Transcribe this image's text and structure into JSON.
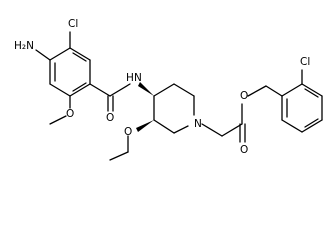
{
  "molecule": {
    "atom_labels": {
      "nh2": "H₂N",
      "cl_top": "Cl",
      "amide_o": "O",
      "amide_n": "N",
      "amide_h": "H",
      "methoxy_o_left": "O",
      "methoxy_o_mid": "O",
      "ring_n": "N",
      "ester_o_single": "O",
      "ester_o_double": "O",
      "cl_right": "Cl"
    }
  }
}
